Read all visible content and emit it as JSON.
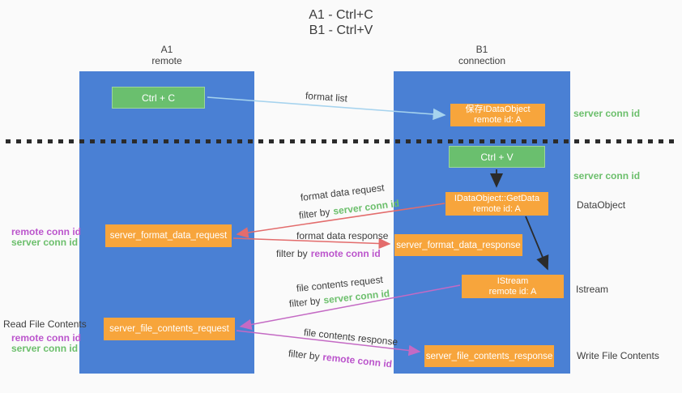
{
  "title": {
    "line1": "A1 - Ctrl+C",
    "line2": "B1 - Ctrl+V"
  },
  "columns": {
    "a1": {
      "name": "A1",
      "subtitle": "remote"
    },
    "b1": {
      "name": "B1",
      "subtitle": "connection"
    }
  },
  "boxes": {
    "ctrl_c": {
      "label": "Ctrl + C"
    },
    "ctrl_v": {
      "label": "Ctrl + V"
    },
    "save_dataobject": {
      "line1": "保存IDataObject",
      "line2": "remote id: A"
    },
    "getdata": {
      "line1": "IDataObject::GetData",
      "line2": "remote id: A"
    },
    "istream": {
      "line1": "IStream",
      "line2": "remote id: A"
    },
    "format_request": {
      "label": "server_format_data_request"
    },
    "format_response": {
      "label": "server_format_data_response"
    },
    "file_request": {
      "label": "server_file_contents_request"
    },
    "file_response": {
      "label": "server_file_contents_response"
    }
  },
  "arrow_labels": {
    "format_list": "format list",
    "format_data_request": "format data request",
    "format_data_response": "format data response",
    "file_contents_request": "file contents request",
    "file_contents_response": "file contents response",
    "filter_by": "filter by",
    "server_conn_id": "server conn id",
    "remote_conn_id": "remote conn id"
  },
  "side_labels": {
    "left": {
      "remote_conn_id": "remote conn id",
      "server_conn_id": "server conn id",
      "read_file_contents": "Read File Contents"
    },
    "right": {
      "server_conn_id_top": "server conn id",
      "server_conn_id_mid": "server conn id",
      "dataobject": "DataObject",
      "istream": "Istream",
      "write_file_contents": "Write File Contents"
    }
  },
  "colors": {
    "column_blue": "#4a80d4",
    "button_green": "#6abf6e",
    "box_orange": "#f7a53c",
    "arrow_red": "#e36c6c",
    "arrow_magenta": "#c46ac4",
    "arrow_lightblue": "#a6d3ee",
    "arrow_black": "#2b2b2b",
    "text_dark": "#3d3d3d",
    "text_green": "#6cbf6c",
    "text_purple": "#bb55cc",
    "background": "#fafafa"
  }
}
